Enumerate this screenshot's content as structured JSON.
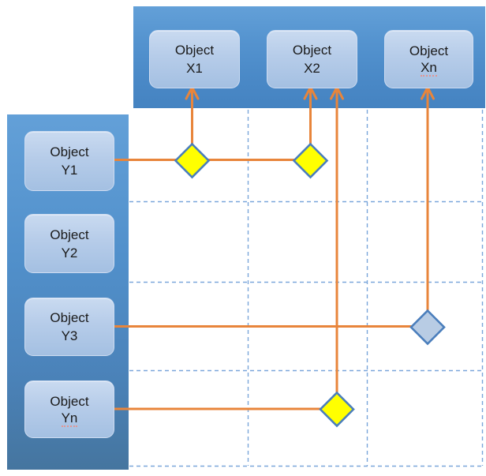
{
  "x_band": {
    "nodes": [
      {
        "id": "x1",
        "line1": "Object",
        "line2": "X1"
      },
      {
        "id": "x2",
        "line1": "Object",
        "line2": "X2"
      },
      {
        "id": "xn",
        "line1": "Object",
        "line2": "Xn"
      }
    ]
  },
  "y_band": {
    "nodes": [
      {
        "id": "y1",
        "line1": "Object",
        "line2": "Y1"
      },
      {
        "id": "y2",
        "line1": "Object",
        "line2": "Y2"
      },
      {
        "id": "y3",
        "line1": "Object",
        "line2": "Y3"
      },
      {
        "id": "yn",
        "line1": "Object",
        "line2": "Yn"
      }
    ]
  },
  "connections": [
    {
      "from": "Object Y1",
      "to": "Object X1",
      "marker": "yellow-diamond",
      "arrow": "up-into-x-node"
    },
    {
      "from": "Object Y1",
      "to": "Object X2",
      "marker": "yellow-diamond",
      "arrow": "up-into-x-node"
    },
    {
      "from": "Object Y3",
      "to": "Object Xn",
      "marker": "blue-diamond",
      "arrow": "up-into-x-node"
    },
    {
      "from": "Object Yn",
      "to": "Object X2",
      "marker": "yellow-diamond",
      "arrow": "up-into-x-node"
    }
  ],
  "colors": {
    "band_blue_top": "#63a0d8",
    "band_blue_bottom": "#4583c1",
    "node_fill_top": "#c9daf0",
    "node_fill_bottom": "#a4c0e2",
    "connector_orange": "#e8853b",
    "diamond_yellow": "#ffff00",
    "diamond_blue_fill": "#b8cce4",
    "diamond_border": "#4a7ebc",
    "grid_dash_blue": "#7aa6da",
    "spellcheck_red": "#e29694"
  }
}
